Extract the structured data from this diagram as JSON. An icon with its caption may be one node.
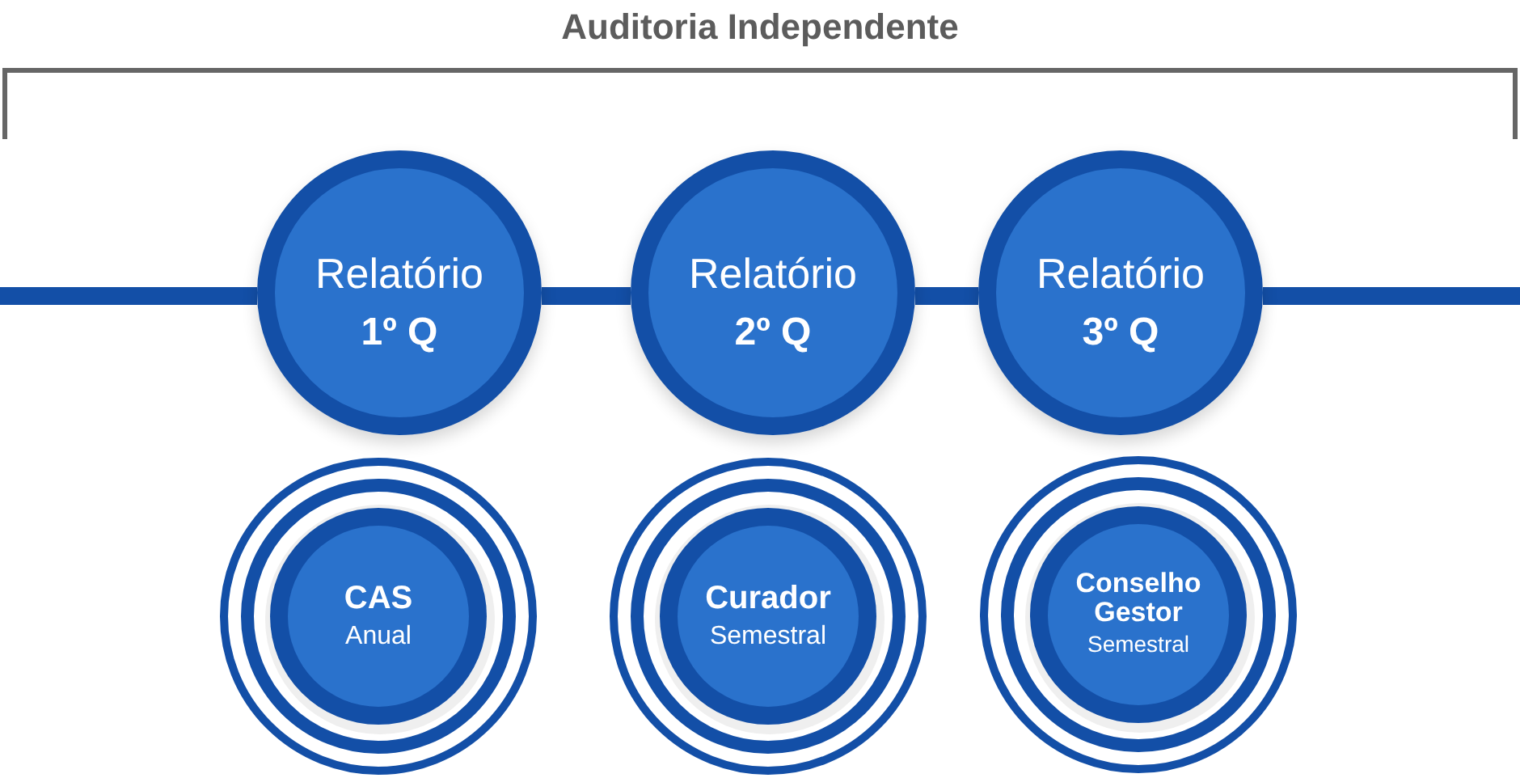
{
  "diagram": {
    "title": "Auditoria Independente",
    "nodes": [
      {
        "text": [
          "Relatório",
          "1º Q"
        ]
      },
      {
        "text": [
          "Relatório",
          "2º Q"
        ]
      },
      {
        "text": [
          "Relatório",
          "3º Q"
        ]
      },
      {
        "text": [
          "CAS",
          "Anual"
        ]
      },
      {
        "text": [
          "Curador",
          "Semestral"
        ]
      },
      {
        "text": [
          "Conselho Gestor",
          "Semestral"
        ]
      }
    ],
    "edges": [
      {
        "from": null,
        "to": 0,
        "arrow": "none"
      },
      {
        "from": 0,
        "to": 1,
        "arrow": "none"
      },
      {
        "from": 1,
        "to": 2,
        "arrow": "none"
      },
      {
        "from": 2,
        "to": null,
        "arrow": "none"
      }
    ]
  }
}
